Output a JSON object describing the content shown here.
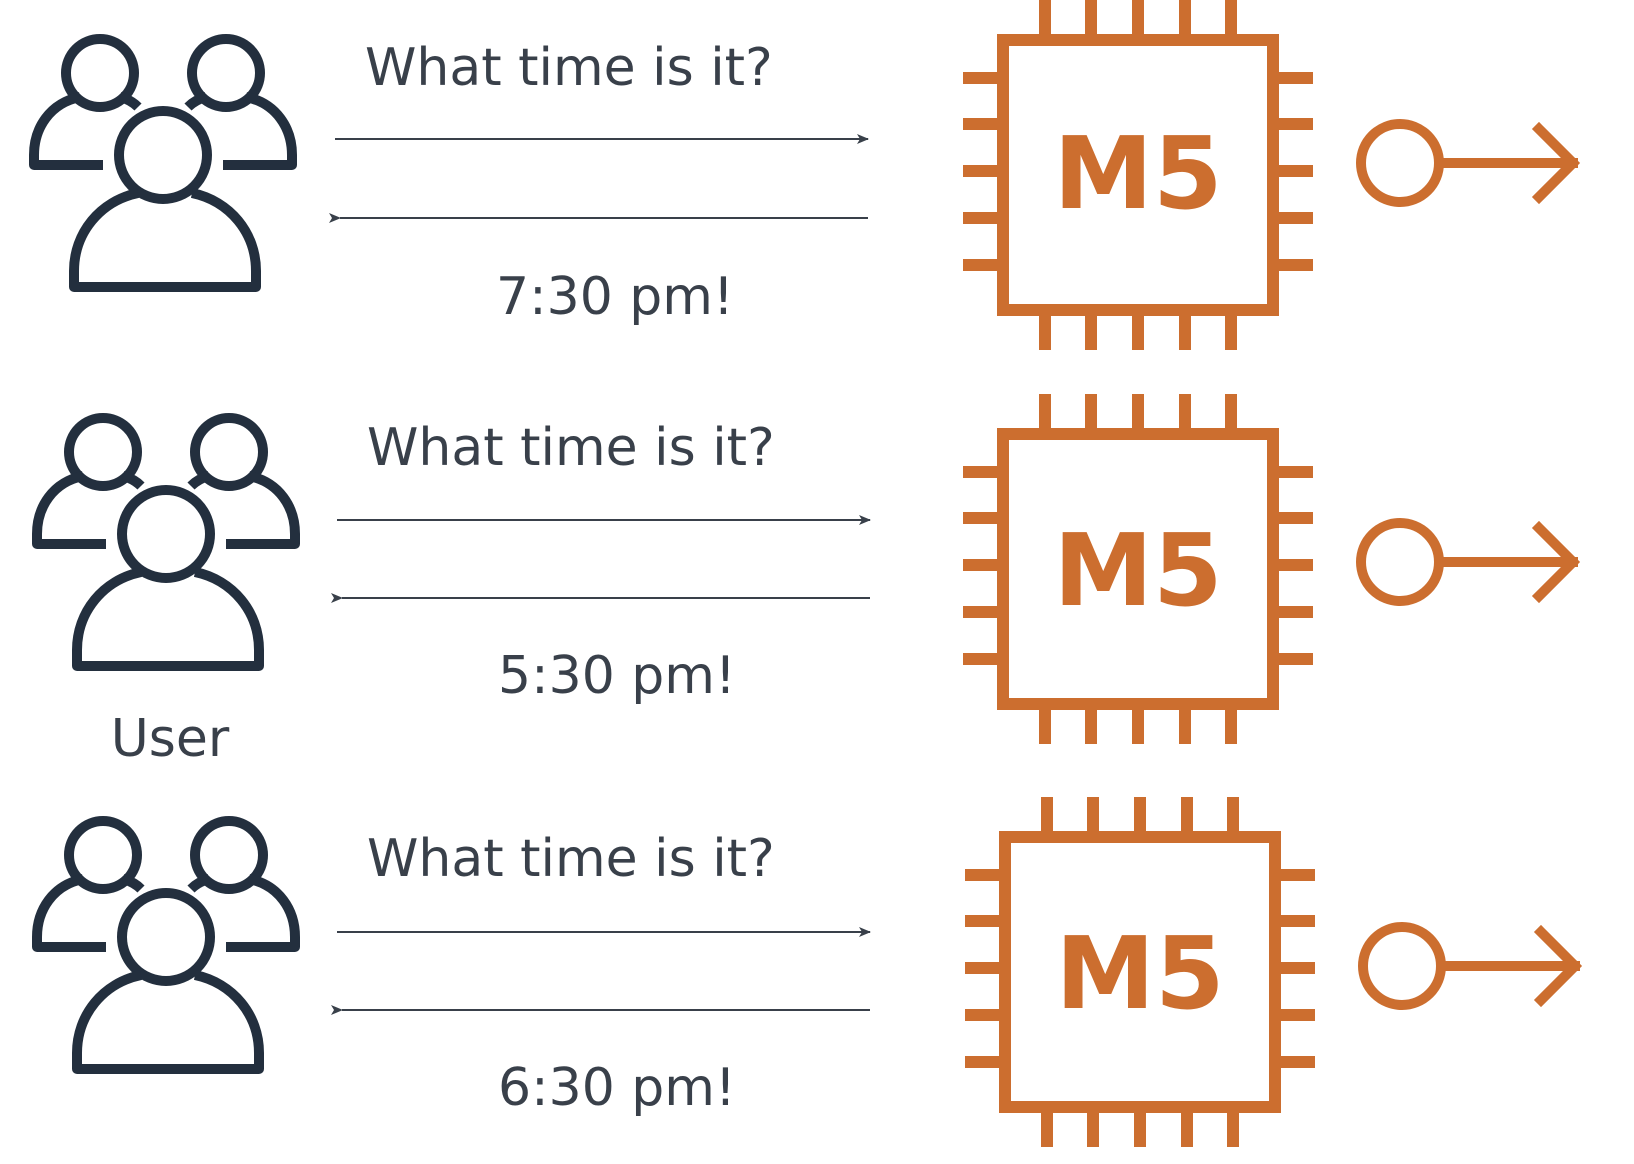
{
  "colors": {
    "user_icon": "#232f3e",
    "chip": "#cc6e2f",
    "arrow_line": "#39404a",
    "text": "#39404a"
  },
  "rows": [
    {
      "question": "What time is it?",
      "answer": "7:30 pm!",
      "server_label": "M5",
      "user_label": "",
      "user_icon": "users-group-icon",
      "server_icon": "ec2-m5-chip-icon",
      "connector_icon": "circle-arrow-out-icon"
    },
    {
      "question": "What time is it?",
      "answer": "5:30 pm!",
      "server_label": "M5",
      "user_label": "User",
      "user_icon": "users-group-icon",
      "server_icon": "ec2-m5-chip-icon",
      "connector_icon": "circle-arrow-out-icon"
    },
    {
      "question": "What time is it?",
      "answer": "6:30 pm!",
      "server_label": "M5",
      "user_label": "",
      "user_icon": "users-group-icon",
      "server_icon": "ec2-m5-chip-icon",
      "connector_icon": "circle-arrow-out-icon"
    }
  ]
}
